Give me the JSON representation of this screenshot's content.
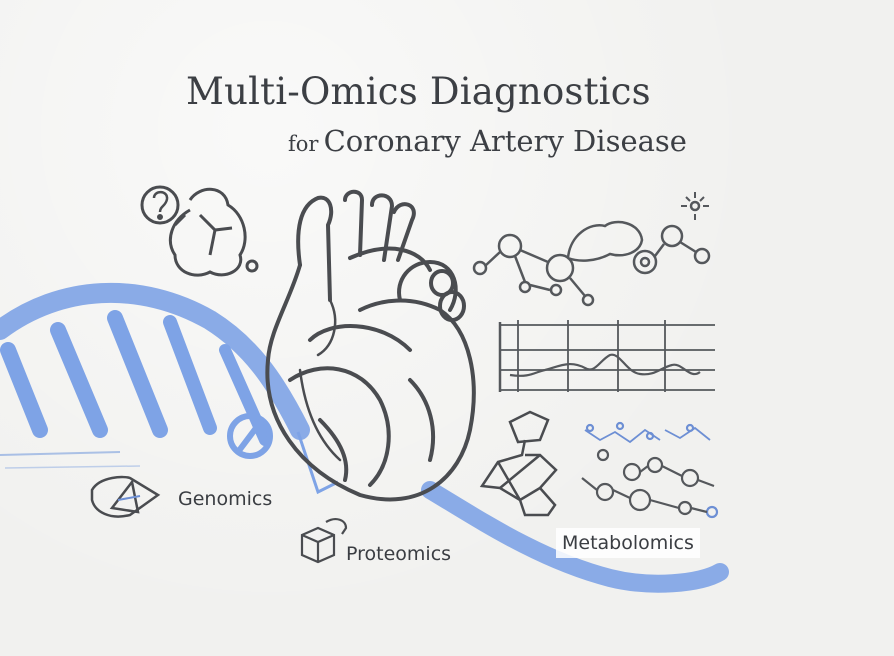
{
  "header": {
    "title": "Multi-Omics Diagnostics",
    "subtitle_prefix": "for",
    "subtitle": "Coronary Artery Disease"
  },
  "labels": {
    "genomics": "Genomics",
    "proteomics": "Proteomics",
    "metabolomics": "Metabolomics"
  },
  "icons": [
    "question-mark-icon",
    "heart-illustration",
    "dna-helix",
    "molecule-network-icon",
    "waveform-chart-icon",
    "metabolite-network-icon",
    "protein-cube-icon",
    "genomics-triangle-icon"
  ],
  "colors": {
    "helix": "#7ea3e6",
    "ink": "#4a4c50",
    "text": "#3c3f44"
  }
}
